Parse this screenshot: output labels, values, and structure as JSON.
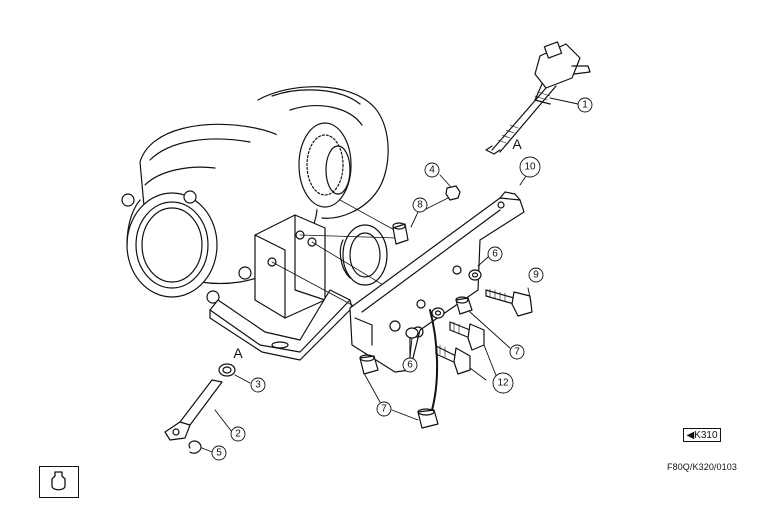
{
  "diagram": {
    "view_letter": "A",
    "callouts": [
      "1",
      "2",
      "3",
      "4",
      "5",
      "6",
      "7",
      "8",
      "9",
      "10",
      "12"
    ],
    "reference_tag": "◀K310",
    "drawing_code": "F80Q/K320/0103",
    "stroke_color": "#111111",
    "symbol_icon": "fuel-sensor-icon"
  }
}
